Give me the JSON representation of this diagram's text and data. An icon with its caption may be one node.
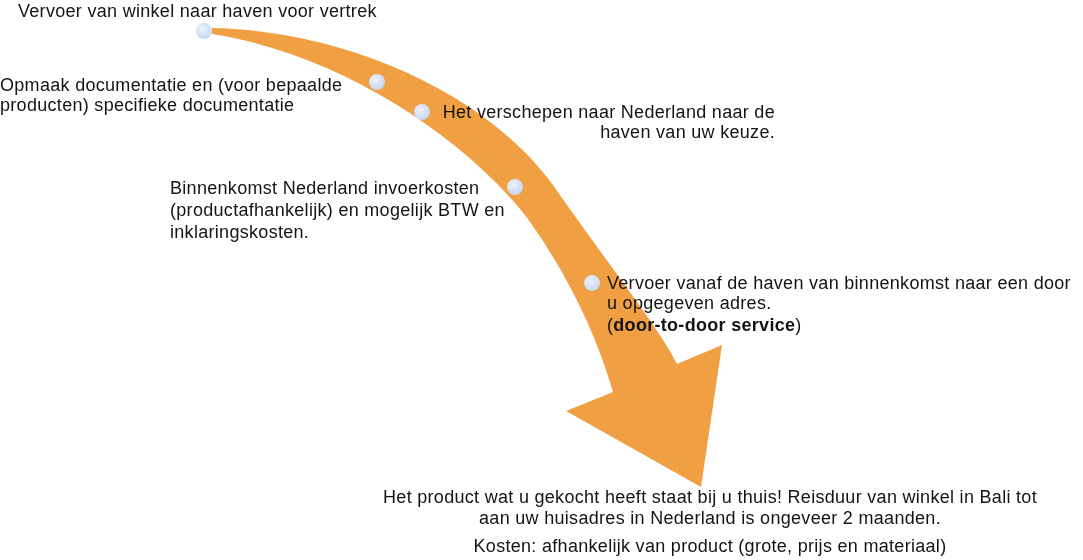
{
  "diagram": {
    "nodes": [
      {
        "text": [],
        "shape": "circle",
        "beside": [
          "Vervoer van winkel naar haven voor vertrek"
        ]
      },
      {
        "text": [],
        "shape": "circle",
        "beside": [
          "Opmaak documentatie en (voor bepaalde producten) specifieke documentatie"
        ]
      },
      {
        "text": [],
        "shape": "circle",
        "beside": [
          "Het verschepen naar Nederland naar de haven van uw keuze."
        ]
      },
      {
        "text": [],
        "shape": "circle",
        "beside": [
          "Binnenkomst Nederland invoerkosten (productafhankelijk) en mogelijk BTW en inklaringskosten."
        ]
      },
      {
        "text": [],
        "shape": "circle",
        "beside": [
          "Vervoer vanaf de haven van binnenkomst naar een door u opgegeven adres.",
          "(**door-to-door service**)"
        ]
      },
      {
        "text": [
          "Het product wat u gekocht heeft staat bij u thuis! Reisduur van winkel in Bali tot aan uw huisadres in Nederland is ongeveer 2 maanden.",
          "Kosten: afhankelijk van product (grote, prijs en materiaal)"
        ]
      }
    ],
    "edges": [
      {
        "from": 0,
        "to": 5,
        "arrow": "to",
        "style": "thick"
      }
    ]
  }
}
